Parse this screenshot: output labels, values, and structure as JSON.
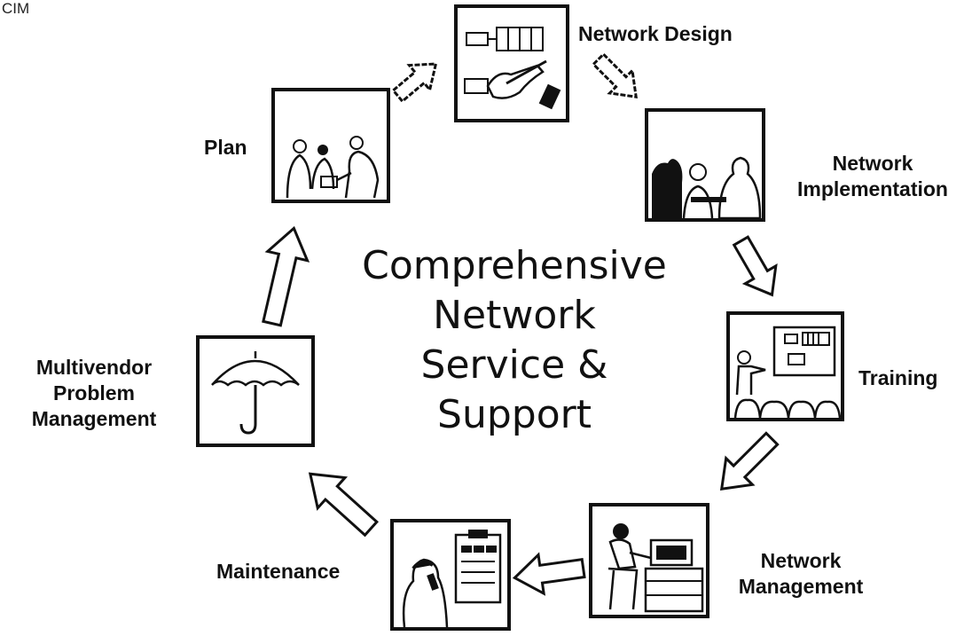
{
  "corner_text": "CIM",
  "center_title": [
    "Comprehensive",
    "Network",
    "Service &",
    "Support"
  ],
  "stages": {
    "network_design": "Network Design",
    "network_implementation": [
      "Network",
      "Implementation"
    ],
    "training": "Training",
    "network_management": [
      "Network",
      "Management"
    ],
    "maintenance": "Maintenance",
    "multivendor": [
      "Multivendor",
      "Problem",
      "Management"
    ],
    "plan": "Plan"
  }
}
